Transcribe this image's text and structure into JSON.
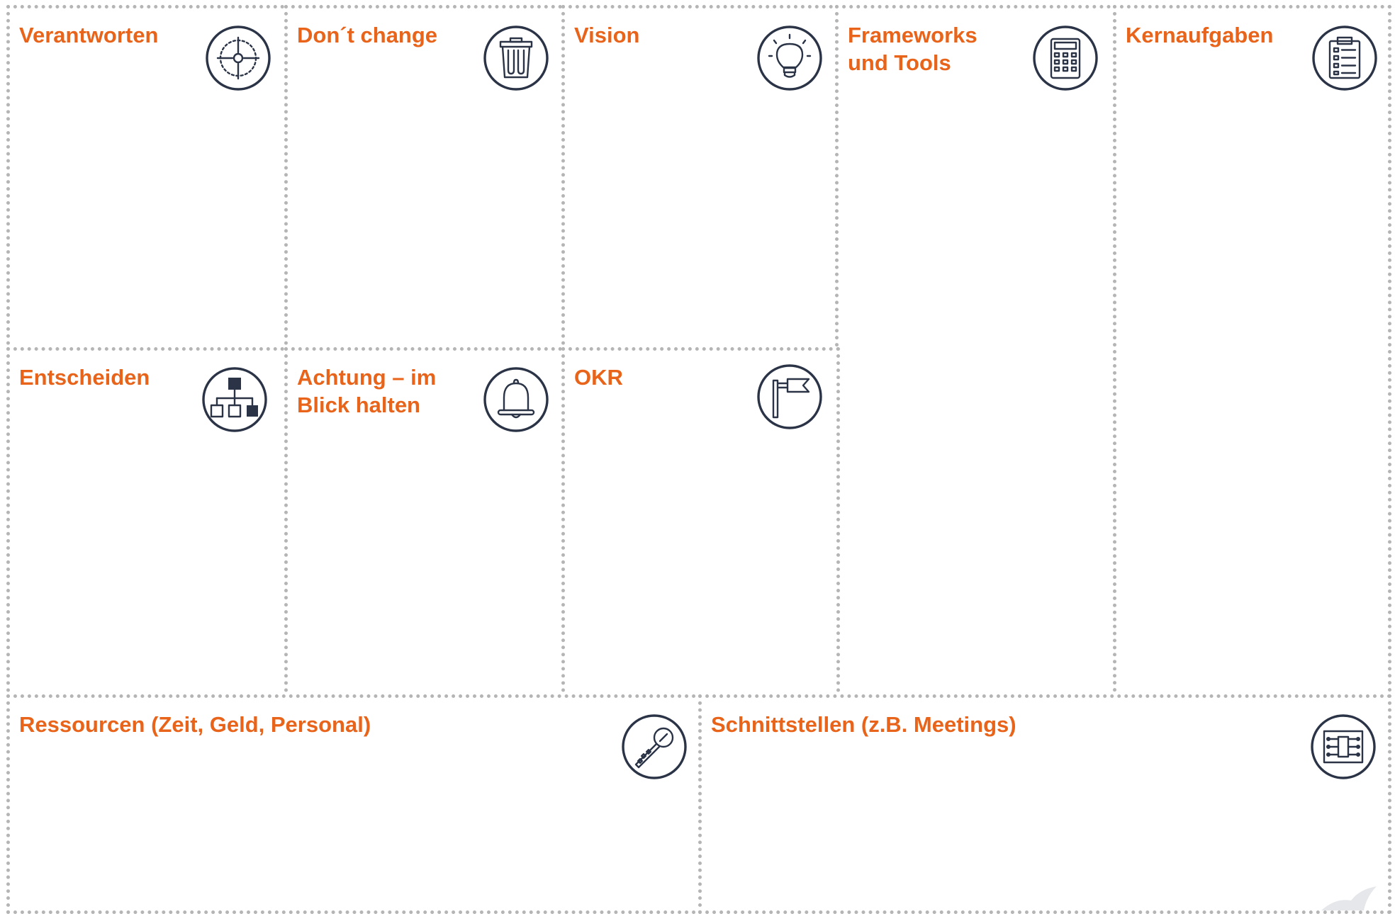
{
  "canvas": {
    "title_color": "#e8641b",
    "icon_color": "#2b3447",
    "border_color": "#b5b5b5"
  },
  "cells": [
    {
      "id": "verantworten",
      "title": "Verantworten",
      "icon": "target-icon"
    },
    {
      "id": "dont-change",
      "title": "Don´t change",
      "icon": "trash-icon"
    },
    {
      "id": "vision",
      "title": "Vision",
      "icon": "lightbulb-icon"
    },
    {
      "id": "frameworks",
      "title": "Frameworks\nund Tools",
      "icon": "calculator-icon"
    },
    {
      "id": "kernaufgaben",
      "title": "Kernaufgaben",
      "icon": "clipboard-list-icon"
    },
    {
      "id": "entscheiden",
      "title": "Entscheiden",
      "icon": "hierarchy-icon"
    },
    {
      "id": "achtung",
      "title": "Achtung – im\nBlick halten",
      "icon": "bell-icon"
    },
    {
      "id": "okr",
      "title": "OKR",
      "icon": "flag-icon"
    },
    {
      "id": "ressourcen",
      "title": "Ressourcen (Zeit, Geld, Personal)",
      "icon": "key-icon"
    },
    {
      "id": "schnittstellen",
      "title": "Schnittstellen (z.B. Meetings)",
      "icon": "circuit-chip-icon"
    }
  ]
}
